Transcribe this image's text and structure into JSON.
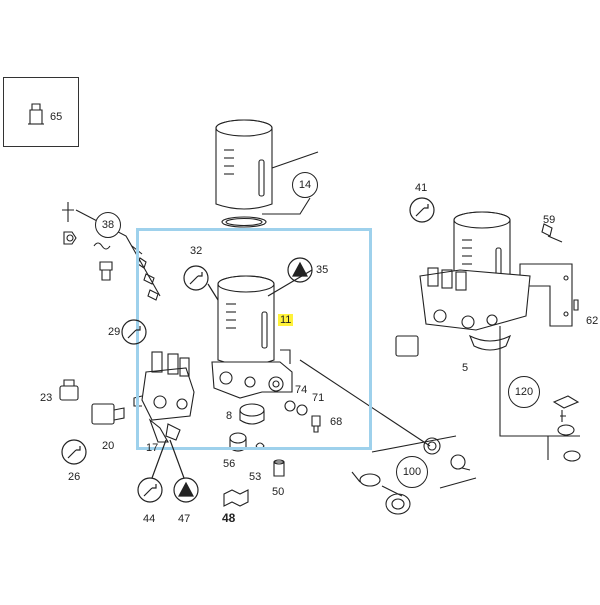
{
  "diagram": {
    "selection_color": "#9ed1ec",
    "highlight_color": "#fff23a",
    "inset_label": "65",
    "parts": [
      {
        "id": "p14",
        "text": "14"
      },
      {
        "id": "p38",
        "text": "38"
      },
      {
        "id": "p32",
        "text": "32"
      },
      {
        "id": "p35",
        "text": "35"
      },
      {
        "id": "p11",
        "text": "11"
      },
      {
        "id": "p29",
        "text": "29"
      },
      {
        "id": "p41",
        "text": "41"
      },
      {
        "id": "p59",
        "text": "59"
      },
      {
        "id": "p62",
        "text": "62"
      },
      {
        "id": "p5",
        "text": "5"
      },
      {
        "id": "p23",
        "text": "23"
      },
      {
        "id": "p20",
        "text": "20"
      },
      {
        "id": "p26",
        "text": "26"
      },
      {
        "id": "p17",
        "text": "17"
      },
      {
        "id": "p8",
        "text": "8"
      },
      {
        "id": "p74",
        "text": "74"
      },
      {
        "id": "p71",
        "text": "71"
      },
      {
        "id": "p68",
        "text": "68"
      },
      {
        "id": "p56",
        "text": "56"
      },
      {
        "id": "p53",
        "text": "53"
      },
      {
        "id": "p50",
        "text": "50"
      },
      {
        "id": "p44",
        "text": "44"
      },
      {
        "id": "p47",
        "text": "47"
      },
      {
        "id": "p48",
        "text": "48"
      },
      {
        "id": "p100",
        "text": "100"
      },
      {
        "id": "p120",
        "text": "120"
      }
    ]
  }
}
